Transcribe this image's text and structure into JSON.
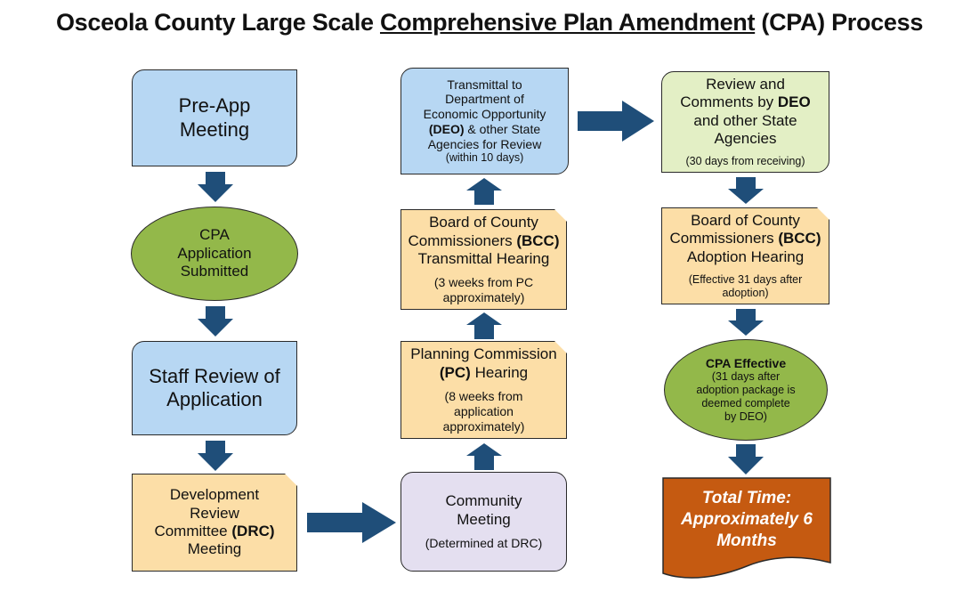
{
  "title": {
    "pre": "Osceola County Large Scale ",
    "underlined": "Comprehensive Plan Amendment",
    "post": " (CPA) Process"
  },
  "pre_app": {
    "line1": "Pre-App",
    "line2": "Meeting"
  },
  "cpa_submitted": {
    "line1": "CPA",
    "line2": "Application",
    "line3": "Submitted"
  },
  "staff_review": {
    "line1": "Staff Review of",
    "line2": "Application"
  },
  "drc": {
    "line1": "Development",
    "line2": "Review",
    "line3a": "Committee ",
    "line3b": "(DRC)",
    "line4": "Meeting"
  },
  "community": {
    "line1": "Community",
    "line2": "Meeting",
    "note": "(Determined at DRC)"
  },
  "pc_hearing": {
    "line1": "Planning Commission",
    "line2a": "(PC)",
    "line2b": " Hearing",
    "note1": "(8 weeks from",
    "note2": "application",
    "note3": "approximately)"
  },
  "bcc_transmittal": {
    "line1": "Board of County",
    "line2a": "Commissioners ",
    "line2b": "(BCC)",
    "line3": "Transmittal Hearing",
    "note1": "(3 weeks from PC",
    "note2": "approximately)"
  },
  "transmittal": {
    "line1": "Transmittal to",
    "line2": "Department of",
    "line3": "Economic Opportunity",
    "line4a": "(DEO)",
    "line4b": " & other State",
    "line5": "Agencies for Review",
    "note": "(within 10 days)"
  },
  "deo_review": {
    "line1": "Review and",
    "line2a": "Comments by ",
    "line2b": "DEO",
    "line3": "and other State",
    "line4": "Agencies",
    "note": "(30 days from receiving)"
  },
  "bcc_adoption": {
    "line1": "Board of County",
    "line2a": "Commissioners ",
    "line2b": "(BCC)",
    "line3": "Adoption Hearing",
    "note1": "(Effective 31 days after",
    "note2": "adoption)"
  },
  "cpa_effective": {
    "head": "CPA Effective",
    "note1": "(31 days after",
    "note2": "adoption package is",
    "note3": "deemed complete",
    "note4": "by DEO)"
  },
  "total_time": {
    "line1": "Total Time:",
    "line2": "Approximately 6",
    "line3": "Months"
  },
  "colors": {
    "blue": "#b7d7f3",
    "peach": "#fcdea7",
    "green_light": "#e3efc5",
    "green_oval": "#93b84a",
    "lavender": "#e4dff0",
    "orange": "#c55a11",
    "arrow": "#1f4e79"
  }
}
